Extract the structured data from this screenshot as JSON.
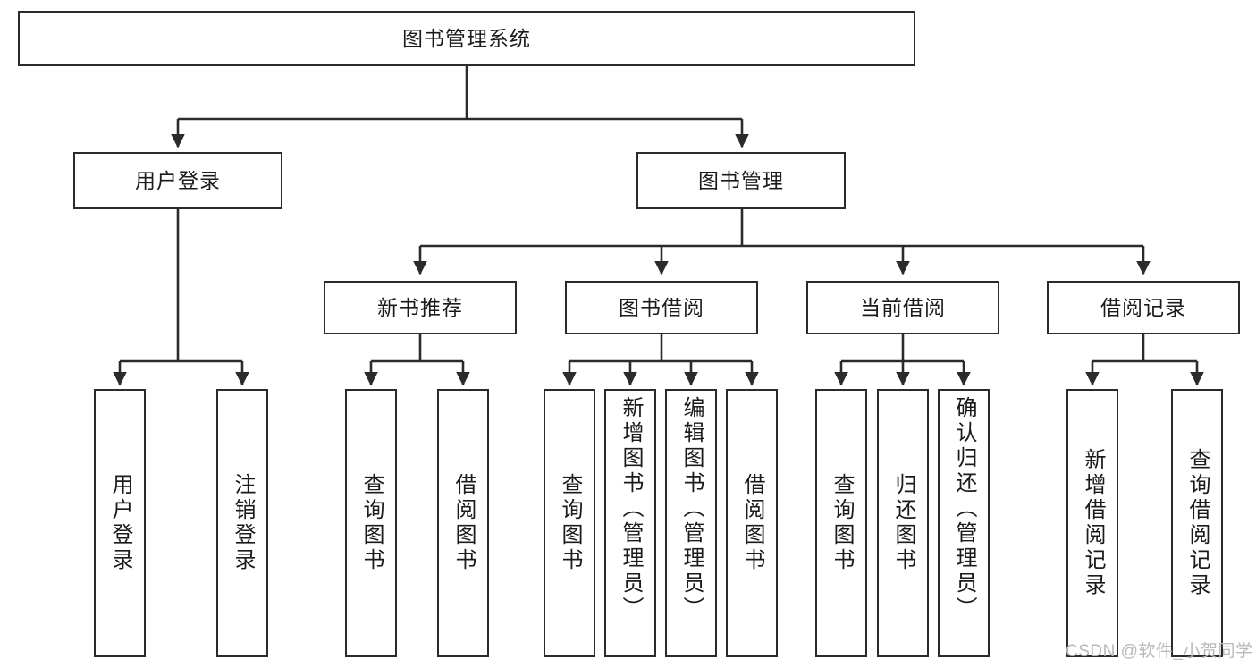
{
  "diagram": {
    "title": "图书管理系统",
    "type": "tree",
    "background_color": "#ffffff",
    "line_color": "#2b2b2b",
    "box_fill": "#ffffff",
    "text_color": "#1b1b1b"
  },
  "nodes": {
    "root": {
      "label": "图书管理系统",
      "orientation": "horizontal",
      "level": 1
    },
    "level2": [
      {
        "label": "用户登录",
        "orientation": "horizontal",
        "level": 2
      },
      {
        "label": "图书管理",
        "orientation": "horizontal",
        "level": 2
      }
    ],
    "level3": [
      {
        "label": "新书推荐",
        "orientation": "horizontal",
        "level": 3
      },
      {
        "label": "图书借阅",
        "orientation": "horizontal",
        "level": 3
      },
      {
        "label": "当前借阅",
        "orientation": "horizontal",
        "level": 3
      },
      {
        "label": "借阅记录",
        "orientation": "horizontal",
        "level": 3
      }
    ],
    "leaves": {
      "user_login": [
        {
          "label": "用户登录",
          "orientation": "vertical"
        },
        {
          "label": "注销登录",
          "orientation": "vertical"
        }
      ],
      "new_book_recommend": [
        {
          "label": "查询图书",
          "orientation": "vertical"
        },
        {
          "label": "借阅图书",
          "orientation": "vertical"
        }
      ],
      "book_borrow": [
        {
          "label": "查询图书",
          "orientation": "vertical"
        },
        {
          "label": "新增图书（管理员）",
          "orientation": "vertical"
        },
        {
          "label": "编辑图书（管理员）",
          "orientation": "vertical"
        },
        {
          "label": "借阅图书",
          "orientation": "vertical"
        }
      ],
      "current_borrow": [
        {
          "label": "查询图书",
          "orientation": "vertical"
        },
        {
          "label": "归还图书",
          "orientation": "vertical"
        },
        {
          "label": "确认归还（管理员）",
          "orientation": "vertical"
        }
      ],
      "borrow_record": [
        {
          "label": "新增借阅记录",
          "orientation": "vertical"
        },
        {
          "label": "查询借阅记录",
          "orientation": "vertical"
        }
      ]
    }
  },
  "watermark": {
    "text": "CSDN @软件_小贺同学",
    "color": "#b9b9b9"
  }
}
